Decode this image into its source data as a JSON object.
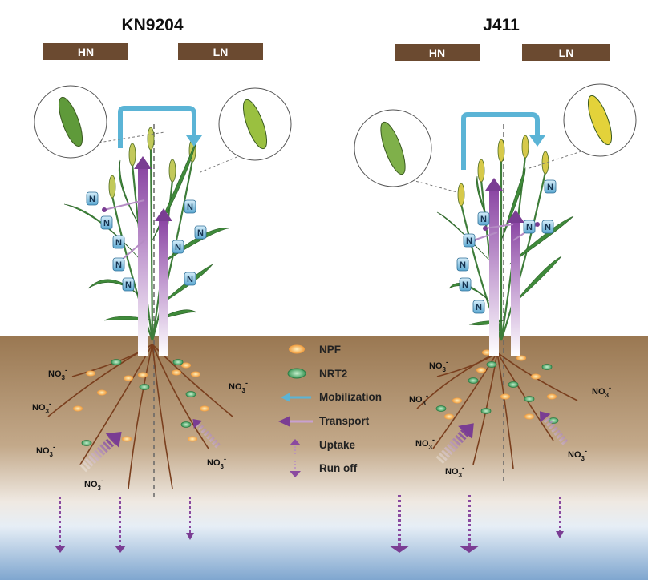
{
  "panels": [
    {
      "title": "KN9204",
      "conditions": [
        "HN",
        "LN"
      ]
    },
    {
      "title": "J411",
      "conditions": [
        "HN",
        "LN"
      ]
    }
  ],
  "legend": [
    {
      "label": "NPF",
      "symbol": "orange-ellipse",
      "color": "#f5a94a"
    },
    {
      "label": "NRT2",
      "symbol": "green-ellipse",
      "color": "#6cc48a"
    },
    {
      "label": "Mobilization",
      "symbol": "blue-arrow",
      "color": "#5bb4d6"
    },
    {
      "label": "Transport",
      "symbol": "purple-arrow",
      "color": "#7a3d93"
    },
    {
      "label": "Uptake",
      "symbol": "dotted-up-arrow",
      "color": "#8a4aa0"
    },
    {
      "label": "Run off",
      "symbol": "dotted-down-arrow",
      "color": "#8a4aa0"
    }
  ],
  "nitrate_label": {
    "base": "NO",
    "sub": "3",
    "sup": "-"
  },
  "badge_label": "N",
  "colors": {
    "bar": "#6b4a30",
    "soil_top": "#9c7b57",
    "water": "#8fb2d4",
    "mobilization": "#5bb4d6",
    "transport": "#7a3d93"
  }
}
